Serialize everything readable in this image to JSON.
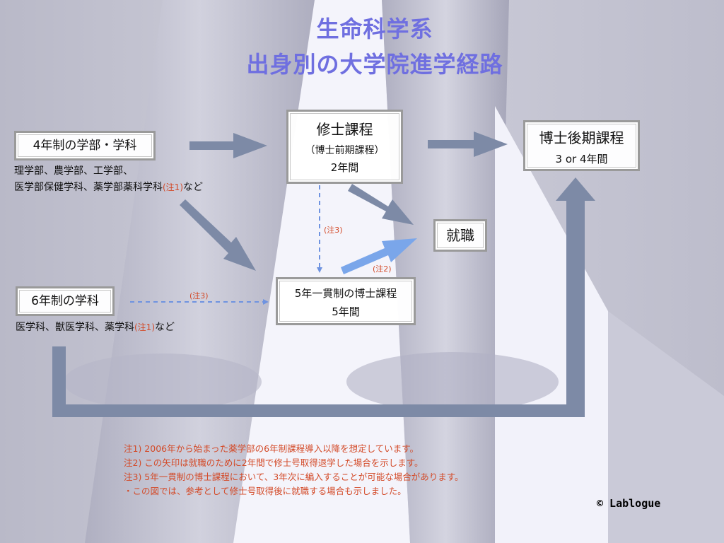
{
  "title": {
    "line1": "生命科学系",
    "line2": "出身別の大学院進学経路"
  },
  "nodes": {
    "undergrad4": {
      "label": "4年制の学部・学科",
      "desc_line1": "理学部、農学部、工学部、",
      "desc_line2_a": "医学部保健学科、薬学部薬科学科",
      "desc_line2_note": "(注1)",
      "desc_line2_b": "など"
    },
    "undergrad6": {
      "label": "6年制の学科",
      "desc_a": "医学科、獣医学科、薬学科",
      "desc_note": "(注1)",
      "desc_b": "など"
    },
    "masters": {
      "title": "修士課程",
      "subtitle": "（博士前期課程）",
      "duration": "2年間"
    },
    "doctoral": {
      "title": "博士後期課程",
      "duration": "3 or 4年間"
    },
    "job": {
      "label": "就職"
    },
    "integrated": {
      "title": "5年一貫制の博士課程",
      "duration": "5年間"
    }
  },
  "edge_labels": {
    "note3_vertical": "(注3)",
    "note2_job": "(注2)",
    "note3_horizontal": "(注3)"
  },
  "footnotes": [
    "注1) 2006年から始まった薬学部の6年制課程導入以降を想定しています。",
    "注2) この矢印は就職のために2年間で修士号取得退学した場合を示します。",
    "注3) 5年一貫制の博士課程において、3年次に編入することが可能な場合があります。",
    "・この図では、参考として修士号取得後に就職する場合も示しました。"
  ],
  "copyright": "© Lablogue",
  "colors": {
    "title": "#6f6fe0",
    "arrow": "#7d8aa6",
    "arrow_highlight": "#7aa6ea",
    "dashed": "#6f93e0",
    "note_red": "#d34a28"
  }
}
